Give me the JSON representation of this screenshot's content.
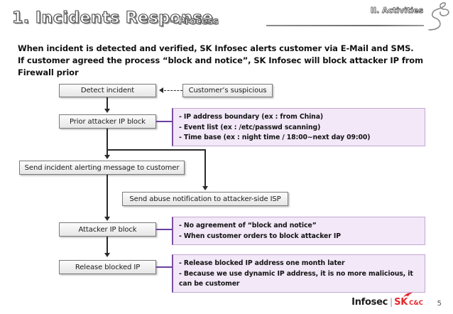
{
  "header": {
    "title_main": "1. Incidents Response",
    "title_sub": "– Process",
    "section_tag": "II. Activities"
  },
  "lead": {
    "line1": "When incident is detected and verified, SK Infosec alerts customer via E-Mail and SMS.",
    "line2": "If customer agreed the process “block and notice”, SK Infosec will block attacker IP from",
    "line3": "Firewall prior"
  },
  "flow": {
    "boxes": [
      {
        "id": "detect-incident",
        "label": "Detect incident"
      },
      {
        "id": "customers-suspicious",
        "label": "Customer’s suspicious"
      },
      {
        "id": "prior-attacker-ip-block",
        "label": "Prior attacker IP block"
      },
      {
        "id": "send-incident-alerting",
        "label": "Send incident alerting message to customer"
      },
      {
        "id": "send-abuse-notification",
        "label": "Send abuse notification to attacker-side ISP"
      },
      {
        "id": "attacker-ip-block",
        "label": "Attacker IP block"
      },
      {
        "id": "release-blocked-ip",
        "label": "Release blocked IP"
      }
    ]
  },
  "notes": {
    "prior_block": {
      "line1": "- IP address boundary (ex : from China)",
      "line2": "- Event list (ex : /etc/passwd scanning)",
      "line3": "- Time base (ex : night time / 18:00~next day 09:00)"
    },
    "attacker_block": {
      "line1": "- No agreement of “block and notice”",
      "line2": "- When customer orders to block attacker IP"
    },
    "release_block": {
      "line1": "- Release blocked IP address one month later",
      "line2": "- Because we use dynamic IP address, it is no more malicious, it can be customer"
    }
  },
  "footer": {
    "brand_primary": "Infosec",
    "brand_divider": "|",
    "brand_sk": "SK",
    "brand_cc": "C&C",
    "page_number": "5"
  },
  "colors": {
    "note_background": "#f2e8f8",
    "note_accent": "#7a4fa0",
    "connector": "#2b2b2b",
    "box_border": "#7a7a7a",
    "brand_red": "#e8262d"
  }
}
